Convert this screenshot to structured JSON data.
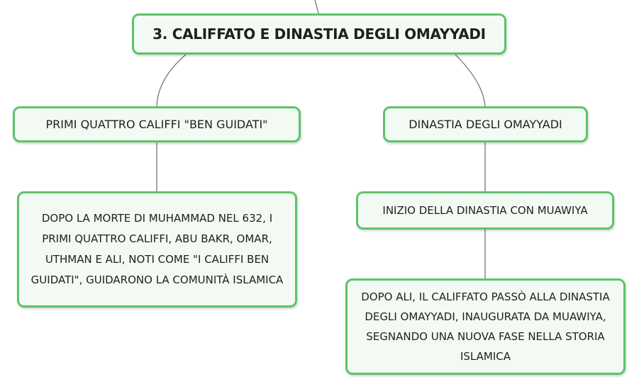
{
  "diagram": {
    "root": {
      "label": "3. CALIFFATO E DINASTIA DEGLI OMAYYADI"
    },
    "left_branch": {
      "label": "PRIMI QUATTRO CALIFFI \"BEN GUIDATI\"",
      "detail": "DOPO LA MORTE DI MUHAMMAD NEL 632, I PRIMI QUATTRO CALIFFI, ABU BAKR, OMAR, UTHMAN E ALI, NOTI COME \"I CALIFFI BEN GUIDATI\", GUIDARONO LA COMUNITÀ ISLAMICA"
    },
    "right_branch": {
      "label": "DINASTIA DEGLI OMAYYADI",
      "sub_label": "INIZIO DELLA DINASTIA CON MUAWIYA",
      "detail": "DOPO ALI, IL CALIFFATO PASSÒ ALLA DINASTIA DEGLI OMAYYADI, INAUGURATA DA MUAWIYA, SEGNANDO UNA NUOVA FASE NELLA STORIA ISLAMICA"
    },
    "colors": {
      "node_border": "#5cc46a",
      "node_fill": "#f3faf4",
      "connector": "#6b6b6b",
      "text": "#1f1f1f"
    }
  }
}
